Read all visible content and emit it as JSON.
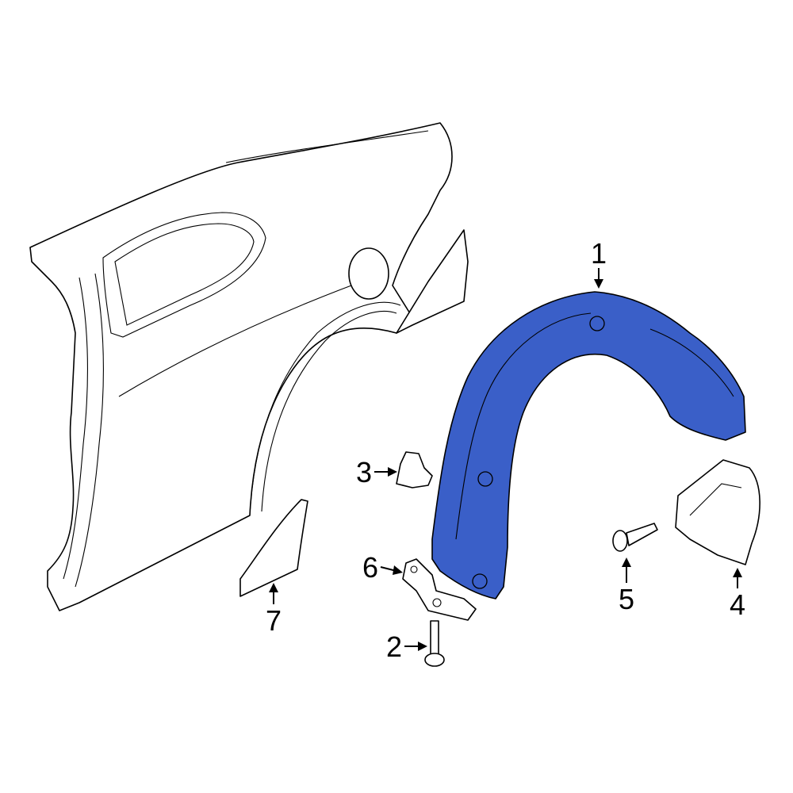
{
  "diagram": {
    "highlight_color": "#3A5FC8",
    "parts": [
      {
        "number": "1",
        "name": "wheel-liner",
        "highlighted": true
      },
      {
        "number": "2",
        "name": "screw"
      },
      {
        "number": "3",
        "name": "nut-clip"
      },
      {
        "number": "4",
        "name": "mud-flap"
      },
      {
        "number": "5",
        "name": "bolt"
      },
      {
        "number": "6",
        "name": "bracket"
      },
      {
        "number": "7",
        "name": "trim-panel"
      }
    ]
  }
}
